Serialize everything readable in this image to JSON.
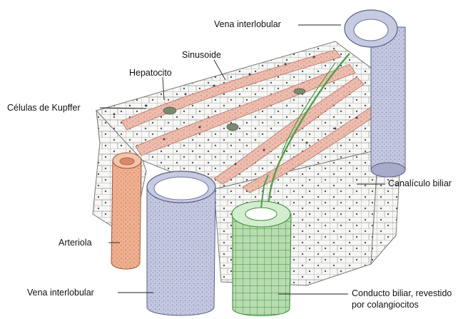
{
  "labels": {
    "vena_top": "Vena interlobular",
    "sinusoide": "Sinusoide",
    "hepatocito": "Hepatocito",
    "kupffer": "Células de Kupffer",
    "canaliculo": "Canalículo biliar",
    "arteriola": "Arteriola",
    "vena_bottom": "Vena interlobular",
    "conducto_line1": "Conducto biliar, revestido",
    "conducto_line2": "por colangiocitos"
  },
  "colors": {
    "vein": "#b9bdd8",
    "vein_dark": "#6f7499",
    "artery": "#e9a07c",
    "artery_dark": "#b5603e",
    "bile_duct": "#6fb36a",
    "sinusoid": "#e6b0a0",
    "cell_line": "#7a7a7a"
  }
}
